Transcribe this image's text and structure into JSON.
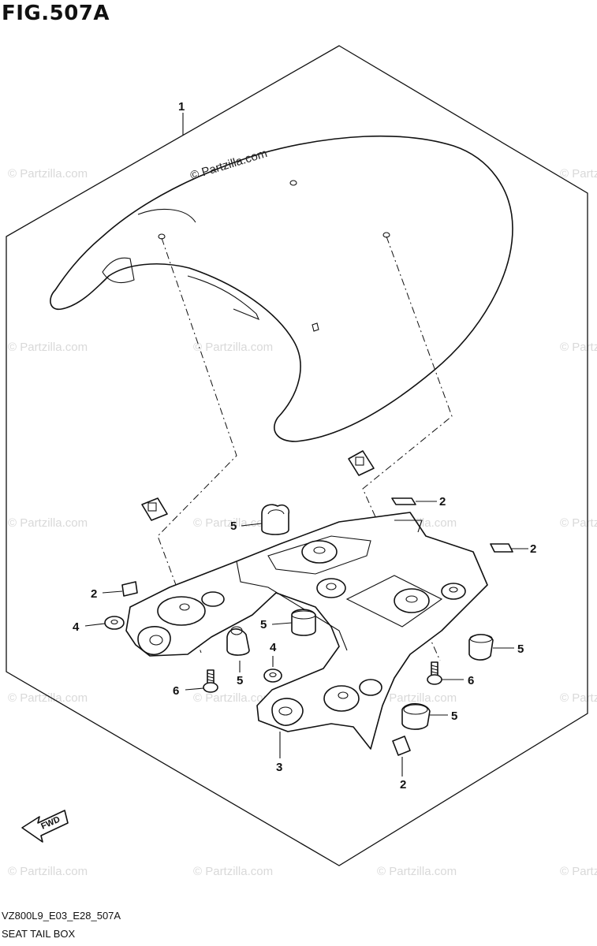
{
  "figure": {
    "title": "FIG.507A",
    "model_code": "VZ800L9_E03_E28_507A",
    "name": "SEAT TAIL BOX"
  },
  "watermark": {
    "text": "© Partzilla.com",
    "color": "#d9d9d9"
  },
  "fwd_arrow": {
    "label": "FWD"
  },
  "callouts": {
    "c1": "1",
    "c2a": "2",
    "c2b": "2",
    "c2c": "2",
    "c2d": "2",
    "c3": "3",
    "c4a": "4",
    "c4b": "4",
    "c5a": "5",
    "c5b": "5",
    "c5c": "5",
    "c5d": "5",
    "c5e": "5",
    "c6a": "6",
    "c6b": "6"
  }
}
